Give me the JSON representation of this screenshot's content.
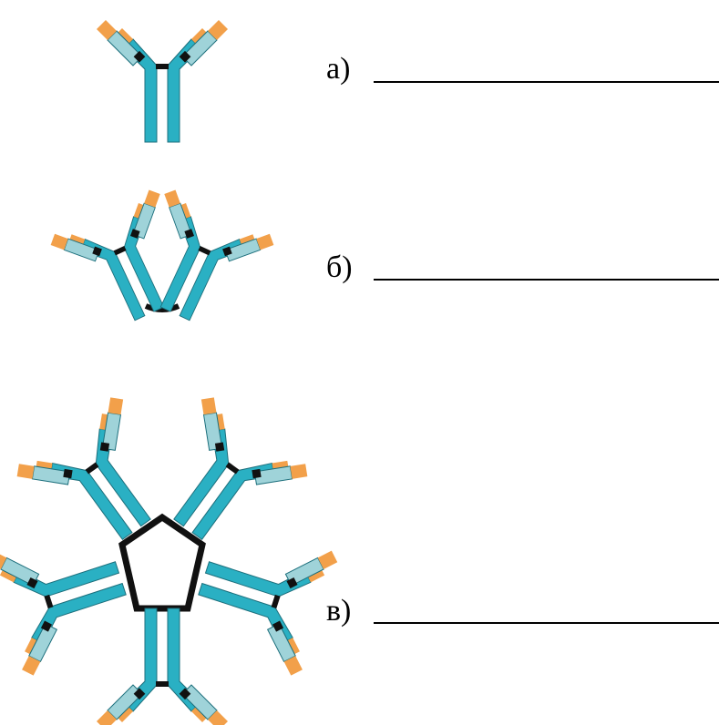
{
  "labels": [
    {
      "id": "a",
      "text": "а)"
    },
    {
      "id": "b",
      "text": "б)"
    },
    {
      "id": "v",
      "text": "в)"
    }
  ],
  "structures": [
    {
      "id": "a",
      "antibody_units": 1
    },
    {
      "id": "b",
      "antibody_units": 2
    },
    {
      "id": "v",
      "antibody_units": 5
    }
  ],
  "colors": {
    "heavy_chain": "#2ab0c3",
    "light_chain": "#9fd3d9",
    "variable_region": "#f2a04a",
    "disulfide_bond": "#111111",
    "outline": "#1d6f7c"
  }
}
